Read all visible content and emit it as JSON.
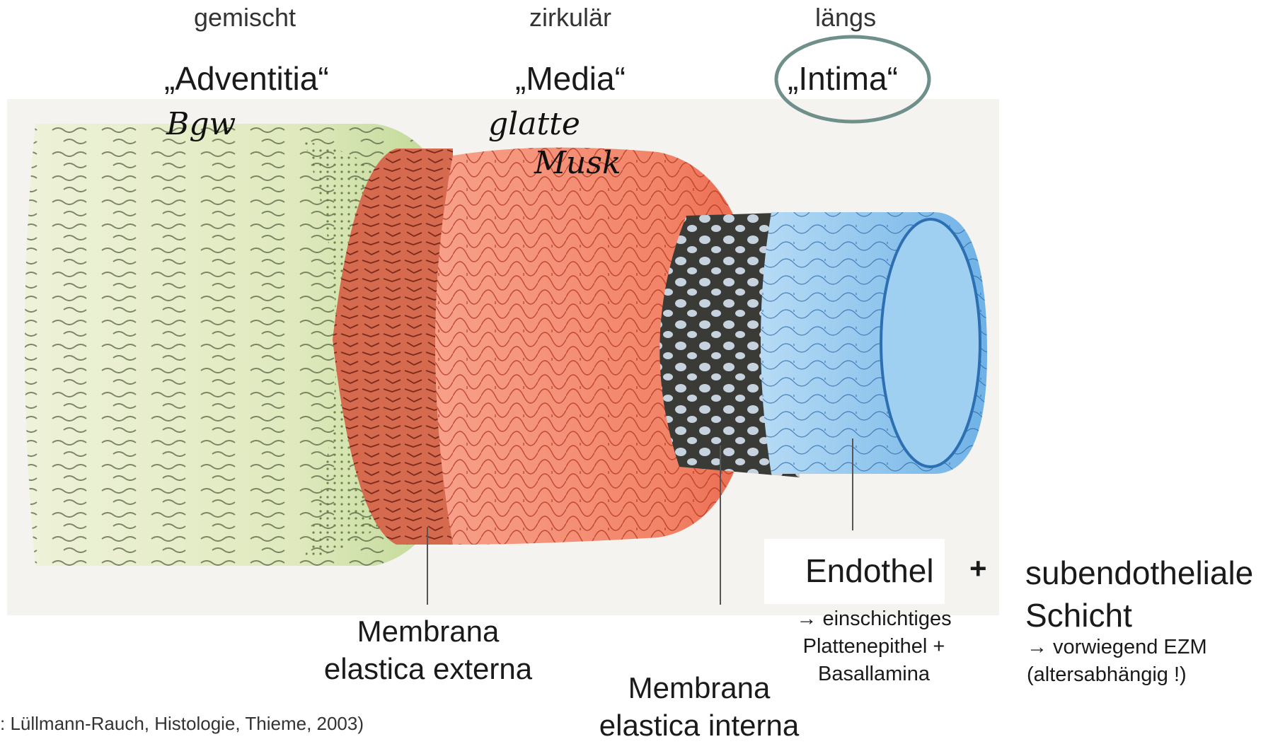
{
  "orientations": {
    "adventitia": "gemischt",
    "media": "zirkulär",
    "intima": "längs"
  },
  "layers": {
    "adventitia": "„Adventitia“",
    "media": "„Media“",
    "intima": "„Intima“"
  },
  "handwriting": {
    "adventitia": "Bgw",
    "media_line1": "glatte",
    "media_line2": "Musk"
  },
  "membranes": {
    "externa_line1": "Membrana",
    "externa_line2": "elastica externa",
    "interna_line1": "Membrana",
    "interna_line2": "elastica interna"
  },
  "intima_parts": {
    "endothel": "Endothel",
    "plus": "+",
    "endothel_desc_line1": "→ einschichtiges",
    "endothel_desc_line2": "Plattenepithel +",
    "endothel_desc_line3": "Basallamina",
    "sub_line1": "subendotheliale",
    "sub_line2": "Schicht",
    "sub_desc_line1": "→ vorwiegend EZM",
    "sub_desc_line2": "(altersabhängig !)"
  },
  "credit": ": Lüllmann-Rauch, Histologie, Thieme, 2003)",
  "colors": {
    "adventitia": "#d9e6b8",
    "adventitia_dots": "#a7c27a",
    "externa": "#d66a4e",
    "media": "#f08a70",
    "interna": "#3a3a36",
    "intima": "#8cc4ee",
    "circle": "#6f8f8a"
  }
}
